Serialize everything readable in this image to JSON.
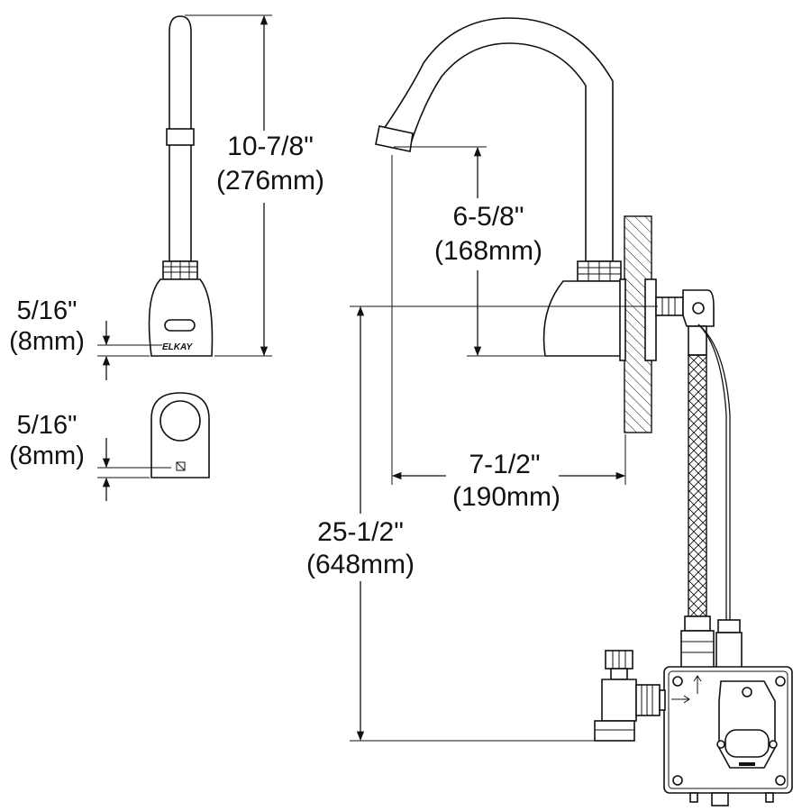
{
  "dimensions": {
    "spout_height": {
      "imperial": "10-7/8\"",
      "metric": "(276mm)"
    },
    "gooseneck_clearance": {
      "imperial": "6-5/8\"",
      "metric": "(168mm)"
    },
    "spout_reach": {
      "imperial": "7-1/2\"",
      "metric": "(190mm)"
    },
    "supply_height": {
      "imperial": "25-1/2\"",
      "metric": "(648mm)"
    },
    "sensor_offset_side": {
      "imperial": "5/16\"",
      "metric": "(8mm)"
    },
    "sensor_offset_front": {
      "imperial": "5/16\"",
      "metric": "(8mm)"
    }
  },
  "labels": {
    "brand_logo": "ELKAY"
  }
}
